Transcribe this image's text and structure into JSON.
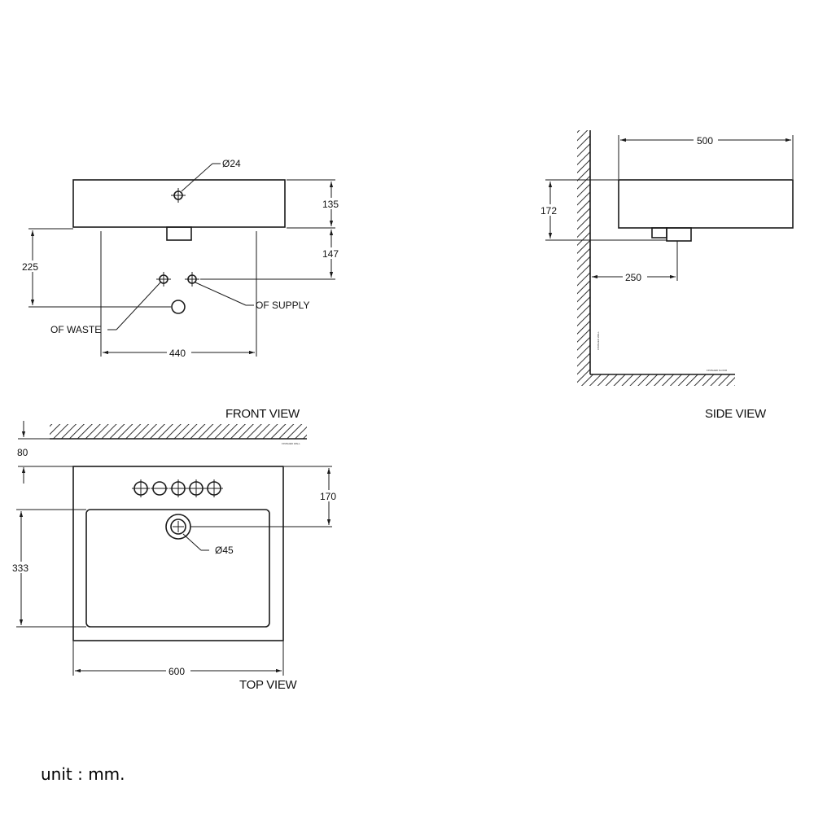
{
  "units_note": "unit : mm.",
  "views": {
    "front": {
      "title": "FRONT VIEW",
      "dims": {
        "tap_hole": "Ø24",
        "basin_height": "135",
        "basin_to_supply": "147",
        "waste_height": "225",
        "bracket_span": "440"
      },
      "labels": {
        "waste": "OF WASTE",
        "supply": "OF SUPPLY"
      }
    },
    "side": {
      "title": "SIDE VIEW",
      "dims": {
        "depth": "500",
        "height": "172",
        "waste_projection": "250"
      },
      "wall_label": "FINISHED WALL",
      "floor_label": "FINISHED FLOOR"
    },
    "top": {
      "title": "TOP VIEW",
      "dims": {
        "wall_gap": "80",
        "back_to_waste": "170",
        "bowl_depth": "333",
        "width": "600",
        "waste_hole": "Ø45"
      },
      "wall_label": "FINISHED WALL"
    }
  }
}
